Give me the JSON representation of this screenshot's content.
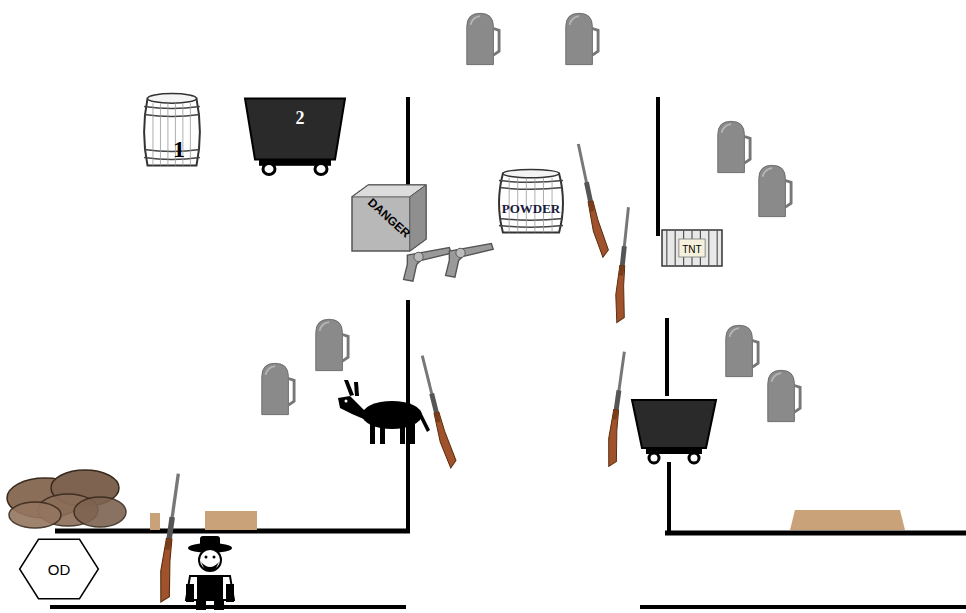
{
  "diagram": {
    "nodes": [
      {
        "text": [
          "1"
        ]
      },
      {
        "text": [
          "2"
        ]
      },
      {
        "text": [
          "DANGER"
        ]
      },
      {
        "text": [
          "POWDER"
        ]
      },
      {
        "text": [
          "TNT"
        ]
      },
      {
        "text": [
          "OD"
        ]
      }
    ]
  }
}
